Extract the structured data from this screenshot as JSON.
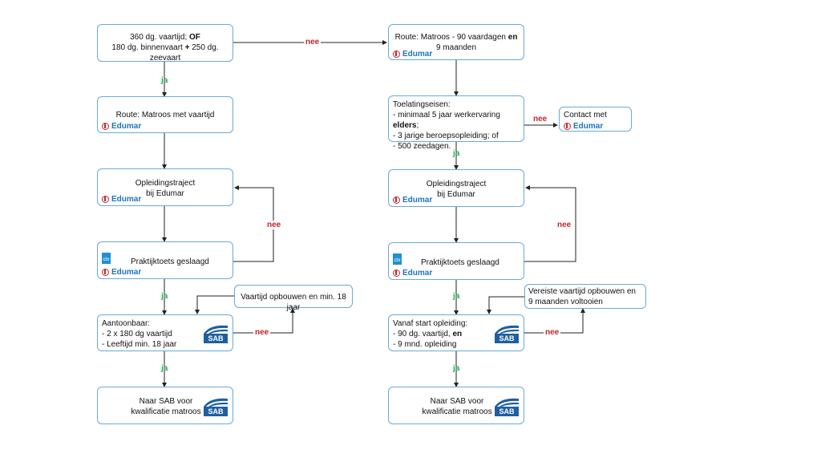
{
  "left": {
    "start": {
      "line1": "360 dg. vaartijd; ",
      "line1_bold": "OF",
      "line2": "180 dg. binnenvaart ",
      "line2_bold": "+",
      "line2_rest": " 250 dg. zeevaart"
    },
    "route": "Route: Matroos met vaartijd",
    "traject": [
      "Opleidingstraject",
      "bij Edumar"
    ],
    "praktijk": "Praktijktoets geslaagd",
    "aantoonbaar": [
      "Aantoonbaar:",
      "- 2 x 180 dg vaartijd",
      "- Leeftijd min. 18 jaar"
    ],
    "opbouwen": "Vaartijd opbouwen en min. 18 jaar",
    "sab": [
      "Naar SAB voor",
      "kwalificatie matroos"
    ]
  },
  "right": {
    "route": {
      "line1": "Route: Matroos - 90 vaardagen ",
      "line1_bold": "en",
      "line2": "9 maanden"
    },
    "eisen": {
      "line1": "Toelatingseisen:",
      "line2": "- minimaal 5 jaar werkervaring ",
      "line2_bold": "elders",
      "line2_rest": ";",
      "line3": "- 3 jarige beroepsopleiding; of",
      "line4": "- 500 zeedagen."
    },
    "contact": "Contact met",
    "traject": [
      "Opleidingstraject",
      "bij Edumar"
    ],
    "praktijk": "Praktijktoets geslaagd",
    "vanaf": {
      "line1": "Vanaf start opleiding:",
      "line2": "- 90 dg. vaartijd, ",
      "line2_bold": "en",
      "line3": "- 9 mnd. opleiding"
    },
    "opbouwen": [
      "Vereiste vaartijd opbouwen en",
      "9 maanden voltooien"
    ],
    "sab": [
      "Naar SAB voor",
      "kwalificatie matroos"
    ]
  },
  "labels": {
    "ja": "ja",
    "nee": "nee"
  },
  "logos": {
    "edumar": "Edumar",
    "sab": "SAB",
    "cbr": "cbr"
  },
  "colors": {
    "border": "#6aaad8",
    "ja": "#22a74a",
    "nee": "#c0272d",
    "edumar": "#1b75bb",
    "sab": "#1f5fa0"
  }
}
